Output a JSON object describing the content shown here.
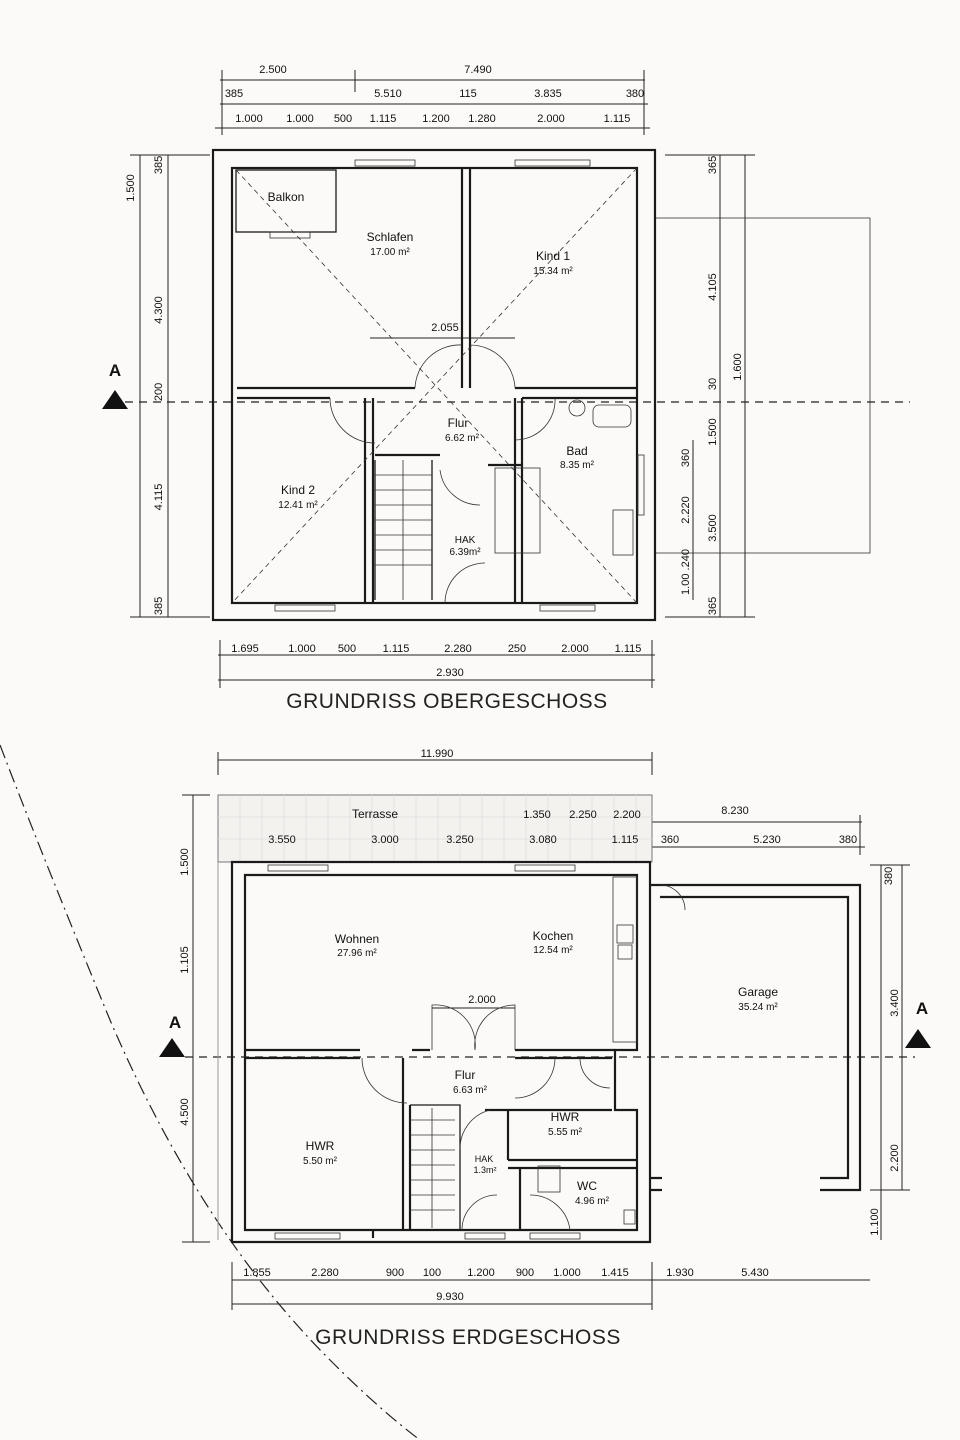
{
  "upper_floor": {
    "title": "GRUNDRISS OBERGESCHOSS",
    "rooms": [
      {
        "name": "Balkon",
        "area": ""
      },
      {
        "name": "Schlafen",
        "area": "17.00 m²"
      },
      {
        "name": "Kind 1",
        "area": "15.34 m²"
      },
      {
        "name": "Flur",
        "area": "6.62 m²"
      },
      {
        "name": "Bad",
        "area": "8.35 m²"
      },
      {
        "name": "Kind 2",
        "area": "12.41 m²"
      },
      {
        "name": "HAK",
        "area": "6.39m²"
      }
    ],
    "dims_top_1": [
      "2.500",
      "7.490"
    ],
    "dims_top_2": [
      "385",
      "5.510",
      "115",
      "3.835",
      "380"
    ],
    "dims_top_3": [
      "1.000",
      "1.000",
      "500",
      "1.115",
      "1.200",
      "1.280",
      "2.000",
      "1.115"
    ],
    "dims_bottom_1": [
      "1.695",
      "1.000",
      "500",
      "1.115",
      "2.280",
      "250",
      "2.000",
      "1.115"
    ],
    "dims_bottom_total": "2.930",
    "dims_left": [
      "1.500",
      "385",
      "4.300",
      "200",
      "4.115",
      "385"
    ],
    "dims_right": [
      "365",
      "4.105",
      "30",
      "1.600",
      "1.500",
      "360",
      "2.220",
      "3.500",
      "1.00 .240",
      "365"
    ],
    "dim_inner": "2.055",
    "section_label": "A"
  },
  "ground_floor": {
    "title": "GRUNDRISS ERDGESCHOSS",
    "rooms": [
      {
        "name": "Terrasse",
        "area": ""
      },
      {
        "name": "Wohnen",
        "area": "27.96 m²"
      },
      {
        "name": "Kochen",
        "area": "12.54 m²"
      },
      {
        "name": "Garage",
        "area": "35.24 m²"
      },
      {
        "name": "Flur",
        "area": "6.63 m²"
      },
      {
        "name": "HWR",
        "area": "5.55 m²"
      },
      {
        "name": "HWR",
        "area": "5.50 m²"
      },
      {
        "name": "HAK",
        "area": "1.3m²"
      },
      {
        "name": "WC",
        "area": "4.96 m²"
      }
    ],
    "dims_top_total": "11.990",
    "dims_top_1": [
      "1.350",
      "2.250",
      "2.200",
      "8.230"
    ],
    "dims_top_2": [
      "3.550",
      "3.000",
      "3.250",
      "3.080",
      "1.115",
      "360",
      "5.230",
      "380"
    ],
    "dims_bottom_1": [
      "1.855",
      "2.280",
      "900",
      "100",
      "1.200",
      "900",
      "1.000",
      "1.415",
      "1.930",
      "5.430"
    ],
    "dims_bottom_total": "9.930",
    "dims_left": [
      "1.500",
      "1.105",
      "4.500"
    ],
    "dims_right": [
      "380",
      "3.400",
      "2.200",
      "1.100"
    ],
    "dim_inner": "2.000",
    "section_label": "A"
  }
}
